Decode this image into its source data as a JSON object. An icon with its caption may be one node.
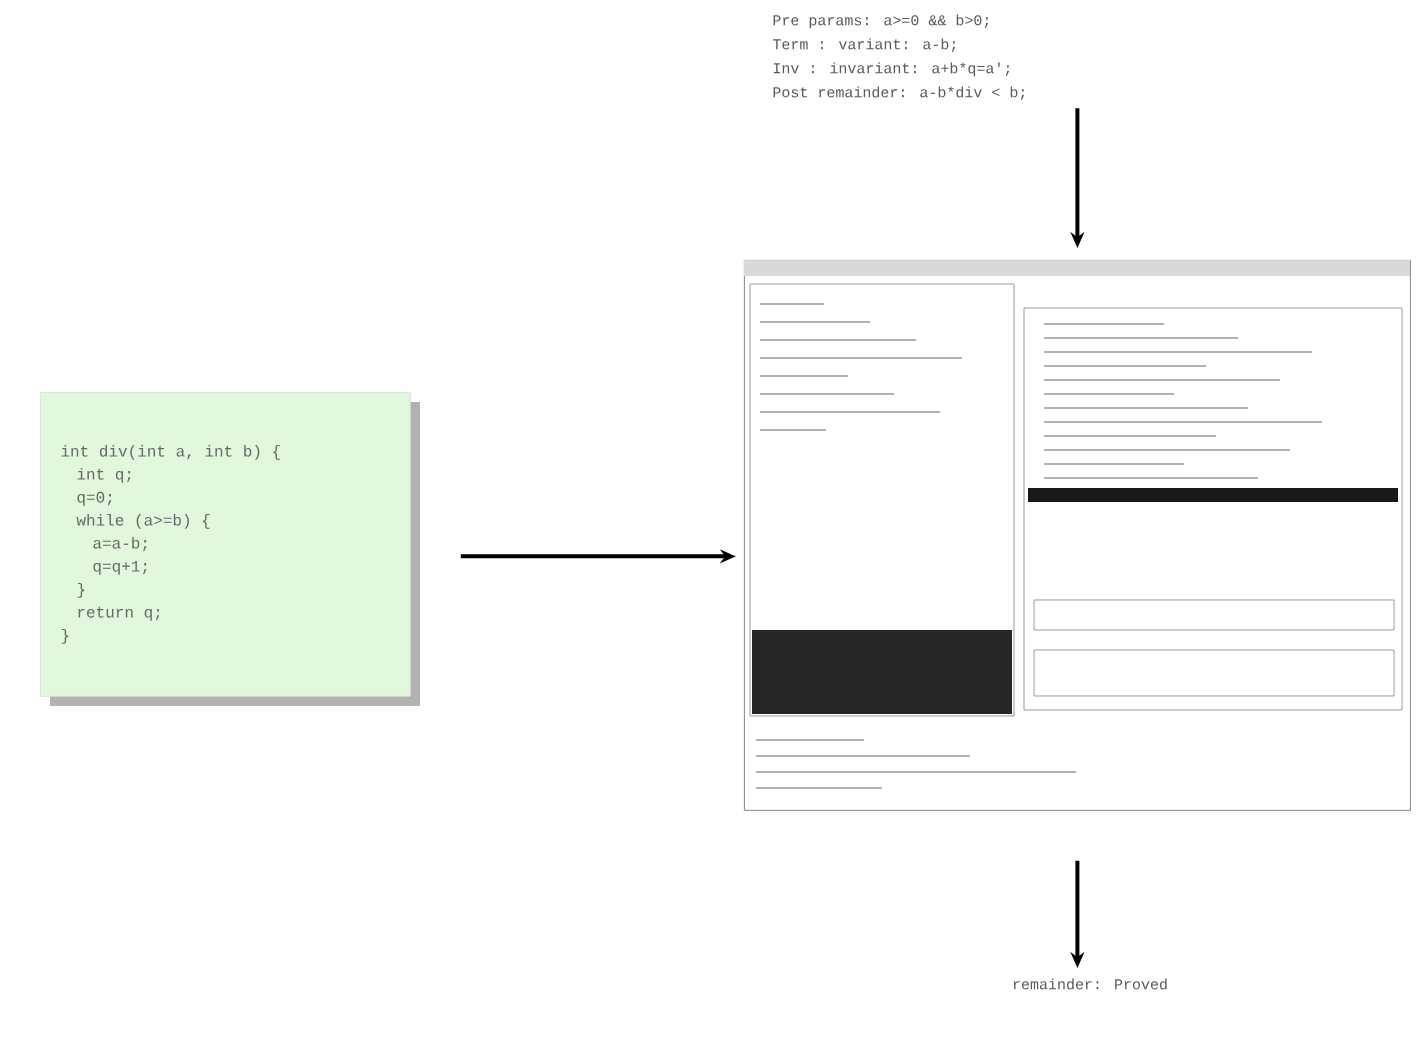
{
  "diagram": {
    "nodes": [
      {
        "text": [
          "Pre   params:    a>=0 && b>0;",
          "Term : variant:   a-b;",
          "Inv  : invariant: a+b*q=a';",
          "Post  remainder: a-b*div < b;"
        ]
      },
      {
        "text": [
          "int div(int a, int b) {",
          "int q;",
          "q=0;",
          "while (a>=b) {",
          "a=a-b;",
          "q=q+1;",
          "}",
          "return q;",
          "}"
        ]
      },
      {
        "text": [],
        "shape": "picture"
      },
      {
        "text": [
          "remainder: Proved"
        ]
      }
    ],
    "edges": [
      {
        "from": 0,
        "to": 2,
        "arrow": "to"
      },
      {
        "from": 1,
        "to": 2,
        "arrow": "to"
      },
      {
        "from": 2,
        "to": 3,
        "arrow": "to"
      }
    ]
  }
}
